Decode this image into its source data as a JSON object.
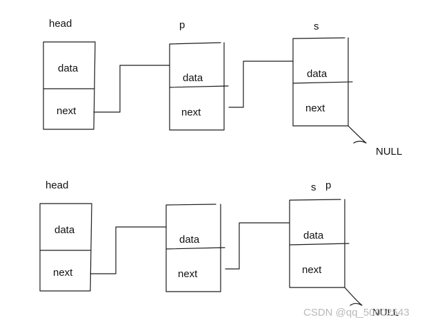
{
  "top_diagram": {
    "pointer_labels": {
      "head": "head",
      "p": "p",
      "s": "s"
    },
    "nodes": [
      {
        "data_label": "data",
        "next_label": "next"
      },
      {
        "data_label": "data",
        "next_label": "next"
      },
      {
        "data_label": "data",
        "next_label": "next"
      }
    ],
    "null_label": "NULL"
  },
  "bottom_diagram": {
    "pointer_labels": {
      "head": "head",
      "s": "s",
      "p": "p"
    },
    "nodes": [
      {
        "data_label": "data",
        "next_label": "next"
      },
      {
        "data_label": "data",
        "next_label": "next"
      },
      {
        "data_label": "data",
        "next_label": "next"
      }
    ],
    "null_label": "NULL"
  },
  "watermark": "CSDN @qq_50002543"
}
